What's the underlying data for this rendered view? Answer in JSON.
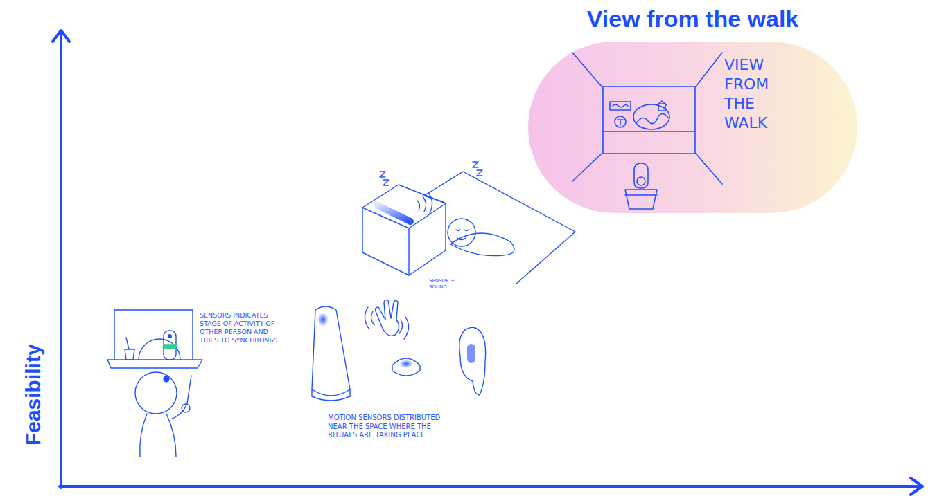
{
  "diagram": {
    "nodes": [
      {
        "text": [
          "View from the walk",
          "VIEW FROM THE WALK"
        ]
      }
    ],
    "labels": [
      "Feasibility",
      "SENSORS INDICATES STAGE OF ACTIVITY OF OTHER PERSON AND TRIES TO SYNCHRONIZE",
      "SENSOR + SOUND",
      "MOTION SENSORS DISTRIBUTED NEAR THE SPACE WHERE THE RITUALS ARE TAKING PLACE"
    ]
  }
}
